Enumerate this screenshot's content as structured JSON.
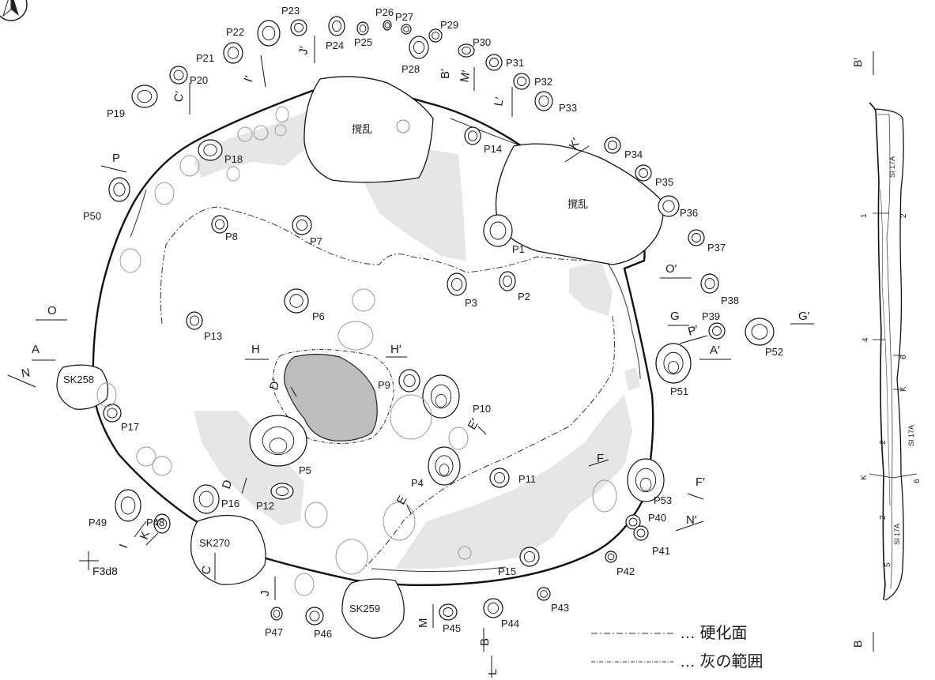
{
  "pits": [
    {
      "label": "P1"
    },
    {
      "label": "P2"
    },
    {
      "label": "P3"
    },
    {
      "label": "P4"
    },
    {
      "label": "P5"
    },
    {
      "label": "P6"
    },
    {
      "label": "P7"
    },
    {
      "label": "P8"
    },
    {
      "label": "P9"
    },
    {
      "label": "P10"
    },
    {
      "label": "P11"
    },
    {
      "label": "P12"
    },
    {
      "label": "P13"
    },
    {
      "label": "P14"
    },
    {
      "label": "P15"
    },
    {
      "label": "P16"
    },
    {
      "label": "P17"
    },
    {
      "label": "P18"
    },
    {
      "label": "P19"
    },
    {
      "label": "P20"
    },
    {
      "label": "P21"
    },
    {
      "label": "P22"
    },
    {
      "label": "P23"
    },
    {
      "label": "P24"
    },
    {
      "label": "P25"
    },
    {
      "label": "P26"
    },
    {
      "label": "P27"
    },
    {
      "label": "P28"
    },
    {
      "label": "P29"
    },
    {
      "label": "P30"
    },
    {
      "label": "P31"
    },
    {
      "label": "P32"
    },
    {
      "label": "P33"
    },
    {
      "label": "P34"
    },
    {
      "label": "P35"
    },
    {
      "label": "P36"
    },
    {
      "label": "P37"
    },
    {
      "label": "P38"
    },
    {
      "label": "P39"
    },
    {
      "label": "P40"
    },
    {
      "label": "P41"
    },
    {
      "label": "P42"
    },
    {
      "label": "P43"
    },
    {
      "label": "P44"
    },
    {
      "label": "P45"
    },
    {
      "label": "P46"
    },
    {
      "label": "P47"
    },
    {
      "label": "P48"
    },
    {
      "label": "P49"
    },
    {
      "label": "P50"
    },
    {
      "label": "P51"
    },
    {
      "label": "P52"
    },
    {
      "label": "P53"
    }
  ],
  "features": [
    {
      "label": "SK258"
    },
    {
      "label": "SK270"
    },
    {
      "label": "SK259"
    }
  ],
  "disturbance_label": "撹乱",
  "section_markers": [
    {
      "label": "A"
    },
    {
      "label": "A′"
    },
    {
      "label": "B′"
    },
    {
      "label": "C′"
    },
    {
      "label": "C"
    },
    {
      "label": "D"
    },
    {
      "label": "D′"
    },
    {
      "label": "E"
    },
    {
      "label": "E′"
    },
    {
      "label": "F"
    },
    {
      "label": "F′"
    },
    {
      "label": "G"
    },
    {
      "label": "G′"
    },
    {
      "label": "H"
    },
    {
      "label": "H′"
    },
    {
      "label": "I"
    },
    {
      "label": "I′"
    },
    {
      "label": "J"
    },
    {
      "label": "J′"
    },
    {
      "label": "K"
    },
    {
      "label": "K′"
    },
    {
      "label": "L"
    },
    {
      "label": "L′"
    },
    {
      "label": "M"
    },
    {
      "label": "M′"
    },
    {
      "label": "N"
    },
    {
      "label": "N′"
    },
    {
      "label": "O"
    },
    {
      "label": "O′"
    },
    {
      "label": "P"
    },
    {
      "label": "P′"
    },
    {
      "label": "B"
    }
  ],
  "grid_label": "F3d8",
  "legend": [
    {
      "text": "… 硬化面"
    },
    {
      "text": "… 灰の範囲"
    }
  ],
  "section_profile": {
    "top_label": "B′",
    "bottom_label": "B",
    "layer_labels": [
      "SI 17A",
      "1",
      "2",
      "4",
      "6",
      "K",
      "SI 17A",
      "2",
      "K",
      "6",
      "2",
      "SI 17A",
      "5"
    ]
  }
}
